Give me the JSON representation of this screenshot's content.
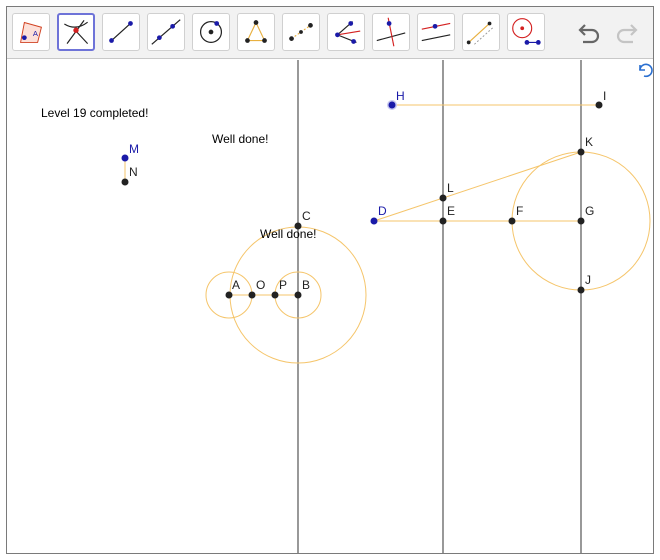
{
  "toolbar": {
    "tools": [
      {
        "name": "move-graphics-view-tool"
      },
      {
        "name": "intersect-tool"
      },
      {
        "name": "segment-tool"
      },
      {
        "name": "line-tool"
      },
      {
        "name": "circle-center-point-tool"
      },
      {
        "name": "triangle-tool"
      },
      {
        "name": "midpoint-tool"
      },
      {
        "name": "angle-bisector-tool"
      },
      {
        "name": "perpendicular-line-tool"
      },
      {
        "name": "parallel-line-tool"
      },
      {
        "name": "segment-dashed-tool"
      },
      {
        "name": "compass-tool"
      }
    ],
    "undo_icon": "undo-icon",
    "redo_icon": "redo-icon",
    "refresh_icon": "refresh-icon"
  },
  "messages": {
    "level_completed": "Level 19 completed!",
    "well_done_1": "Well done!",
    "well_done_2": "Well done!"
  },
  "points": {
    "A": "A",
    "B": "B",
    "C": "C",
    "D": "D",
    "E": "E",
    "F": "F",
    "G": "G",
    "H": "H",
    "I": "I",
    "J": "J",
    "K": "K",
    "L": "L",
    "M": "M",
    "N": "N",
    "O": "O",
    "P": "P"
  },
  "colors": {
    "construction": "#f5c56b",
    "free_point": "#1a1aa8",
    "dependent_point": "#222222",
    "line": "#555555",
    "active_tool": "#6e73d8"
  }
}
